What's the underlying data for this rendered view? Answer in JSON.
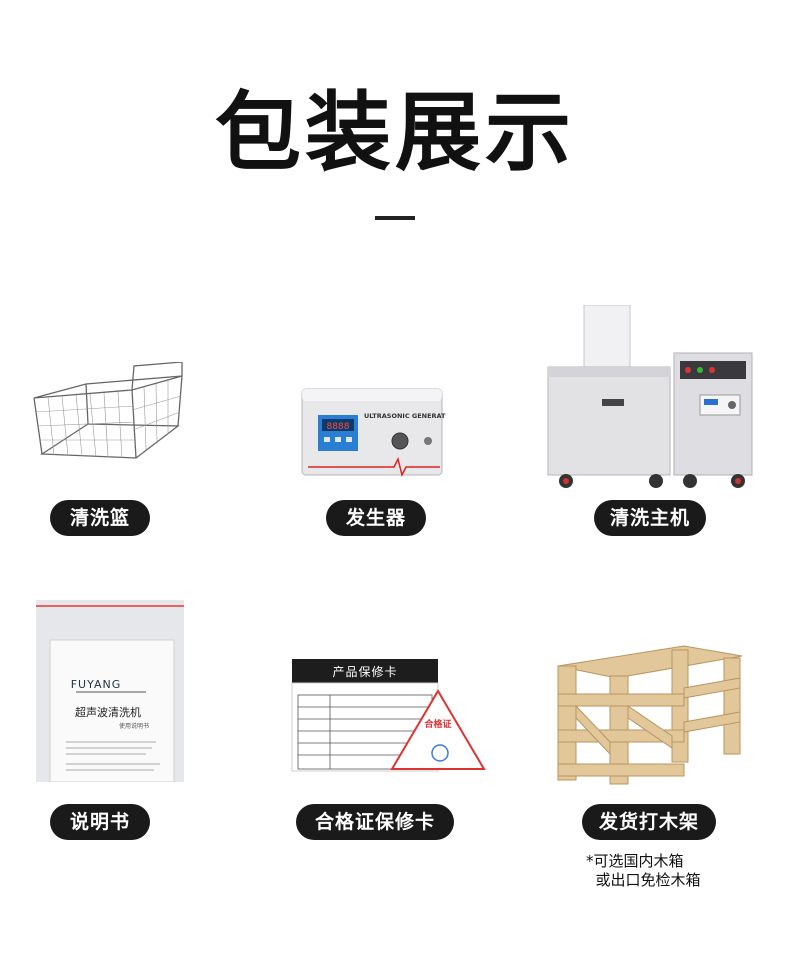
{
  "title": "包装展示",
  "items": [
    {
      "label": "清洗篮",
      "icon": "wire-basket"
    },
    {
      "label": "发生器",
      "icon": "ultrasonic-generator"
    },
    {
      "label": "清洗主机",
      "icon": "cleaning-machine"
    },
    {
      "label": "说明书",
      "icon": "manual-in-bag"
    },
    {
      "label": "合格证保修卡",
      "icon": "certificate-warranty-card"
    },
    {
      "label": "发货打木架",
      "icon": "wooden-crate"
    }
  ],
  "generator": {
    "display": "8888",
    "brand": "ULTRASONIC GENERATOR"
  },
  "manual": {
    "brand": "FUYANG",
    "title": "超声波清洗机",
    "subtitle": "使用说明书"
  },
  "warranty": {
    "header": "产品保修卡",
    "cert": "合格证"
  },
  "note": {
    "line1": "*可选国内木箱",
    "line2": "  或出口免检木箱"
  }
}
